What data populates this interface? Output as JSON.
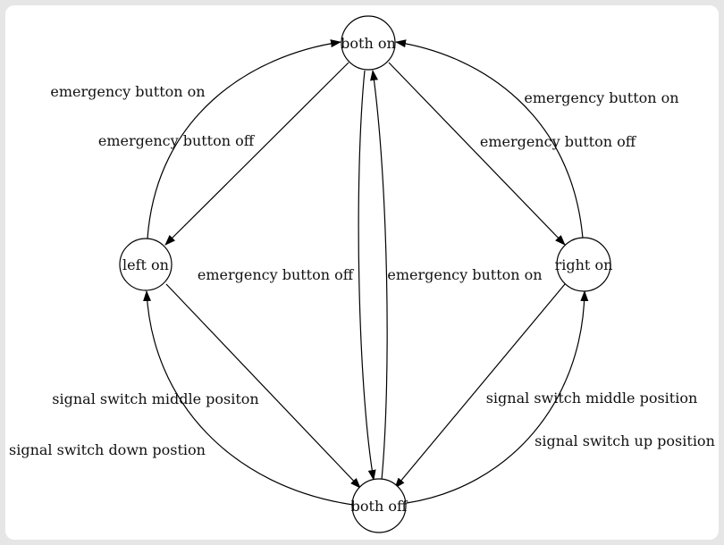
{
  "diagram": {
    "states": {
      "both_on": "both on",
      "left_on": "left on",
      "right_on": "right on",
      "both_off": "both off"
    },
    "transitions": {
      "left_to_both_on": "emergency button on",
      "both_on_to_left": "emergency button off",
      "right_to_both_on": "emergency button on",
      "both_on_to_right": "emergency button off",
      "both_on_to_both_off": "emergency button off",
      "both_off_to_both_on": "emergency button on",
      "left_to_both_off": "signal switch middle positon",
      "both_off_to_left": "signal switch down postion",
      "right_to_both_off": "signal switch middle position",
      "both_off_to_right": "signal switch up position"
    }
  }
}
